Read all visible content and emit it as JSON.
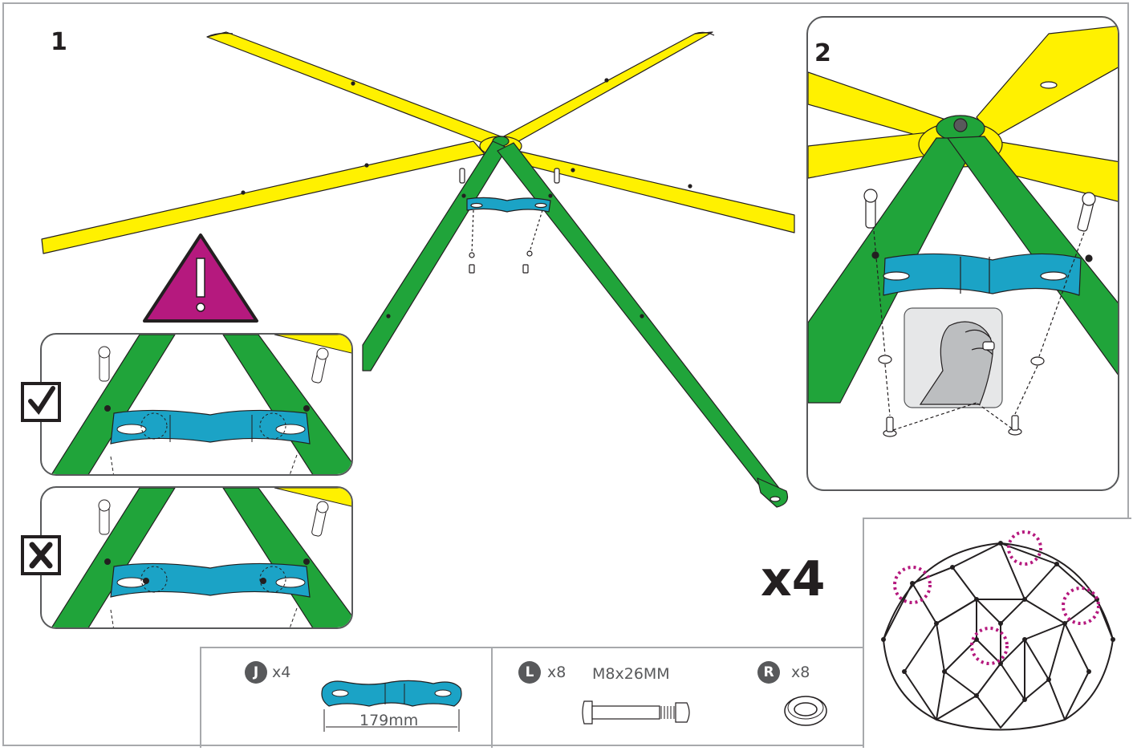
{
  "steps": {
    "step1": "1",
    "step2": "2"
  },
  "multiplier": "x4",
  "colors": {
    "beam_yellow": "#fff100",
    "leg_green": "#20a43a",
    "bracket_blue": "#1ba3c6",
    "warning_magenta": "#b5197e",
    "outline": "#231f20",
    "frame_gray": "#a7a9ac"
  },
  "icons": {
    "warning": "warning-triangle-icon",
    "correct": "check-icon",
    "incorrect": "cross-icon",
    "hand": "hand-tighten-icon"
  },
  "parts": [
    {
      "letter": "J",
      "qty": "x4",
      "dimension": "179mm"
    },
    {
      "letter": "L",
      "qty": "x8",
      "spec": "M8x26MM"
    },
    {
      "letter": "R",
      "qty": "x8"
    }
  ]
}
